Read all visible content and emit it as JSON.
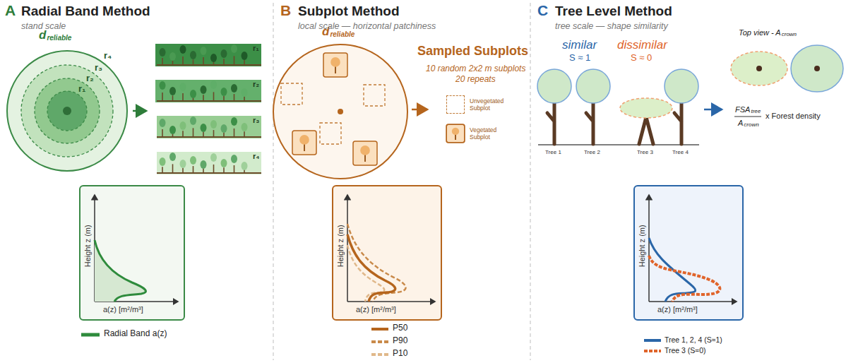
{
  "diagram": {
    "nodes": [
      {
        "text": [
          "d",
          "reliable"
        ]
      },
      {
        "text": [
          "r₁"
        ]
      },
      {
        "text": [
          "r₂"
        ]
      },
      {
        "text": [
          "r₃"
        ]
      },
      {
        "text": [
          "r₄"
        ]
      },
      {
        "text": [
          "Height z (m)",
          "a(z) [m²/m³]"
        ]
      },
      {
        "text": [
          "d",
          "reliable"
        ]
      },
      {
        "text": [
          "Unvegetated Subplot"
        ]
      },
      {
        "text": [
          "Vegetated Subplot"
        ]
      },
      {
        "text": [
          "Height z (m)",
          "a(z) [m²/m³]"
        ]
      },
      {
        "text": [
          "Height z (m)",
          "a(z) [m²/m³]"
        ]
      }
    ],
    "labels": [
      "A",
      "Radial Band Method",
      "stand scale",
      "r₄",
      "r₃",
      "r₂",
      "r₁",
      "B",
      "Subplot Method",
      "local scale — horizontal patchiness",
      "Sampled Subplots",
      "10 random 2x2 m subplots",
      "20 repeats",
      "C",
      "Tree Level Method",
      "tree scale — shape similarity",
      "similar",
      "S ≈ 1",
      "dissimilar",
      "S ≈ 0",
      "Tree 1",
      "Tree 2",
      "Tree 3",
      "Tree 4",
      "Top view - A",
      "crown",
      "FSA",
      "tree",
      "A",
      "crown",
      "x Forest density"
    ],
    "legend": [
      {
        "text": "Radial Band a(z)"
      },
      {
        "text": "P50"
      },
      {
        "text": "P90"
      },
      {
        "text": "P10"
      },
      {
        "text": "Tree 1, 2, 4 (S≈1)"
      },
      {
        "text": "Tree 3 (S≈0)"
      }
    ]
  }
}
